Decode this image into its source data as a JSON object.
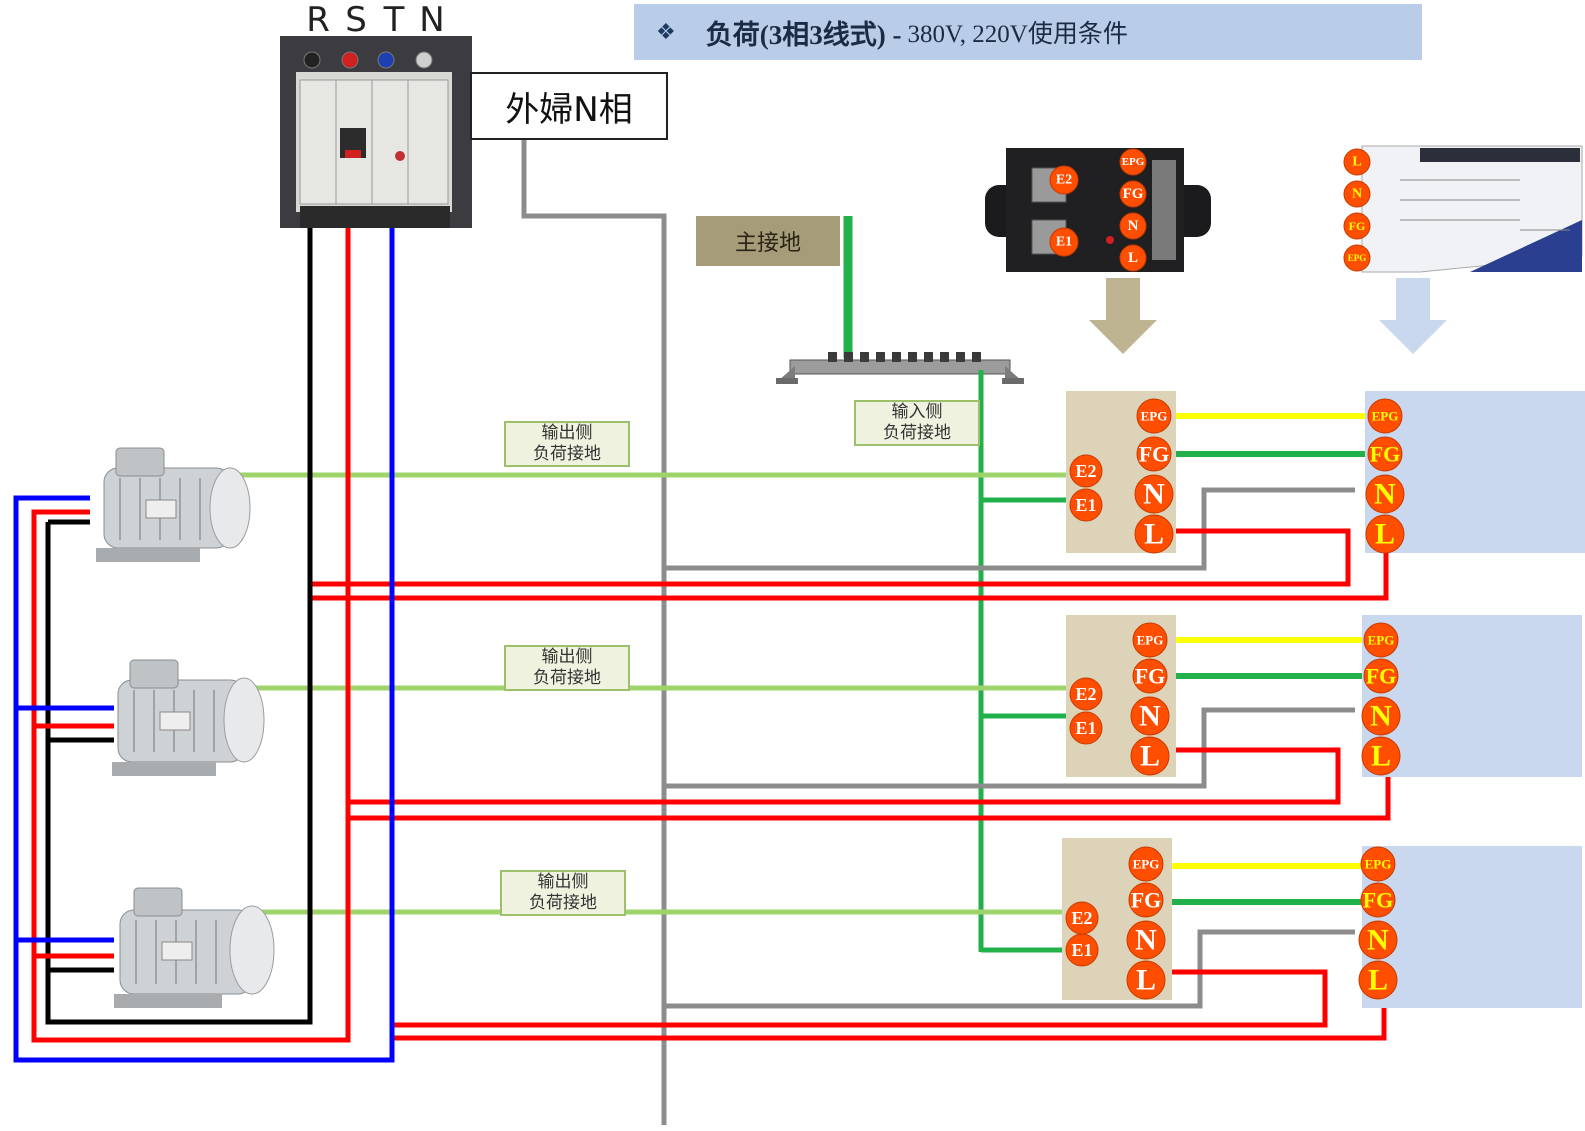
{
  "title": {
    "bullet": "❖",
    "bold": "负荷(3相3线式) -",
    "normal": "380V, 220V使用条件"
  },
  "breaker": {
    "phases": [
      "R",
      "S",
      "T",
      "N"
    ],
    "n_phase_label": "外婦N相"
  },
  "main_ground_label": "主接地",
  "input_ground_label": [
    "输入侧",
    "负荷接地"
  ],
  "output_ground_label": [
    "输出侧",
    "负荷接地"
  ],
  "terminals": {
    "top": [
      "EPG",
      "FG",
      "N",
      "L"
    ],
    "side": [
      "E2",
      "E1"
    ]
  },
  "colors": {
    "phase_black": "#000000",
    "phase_red": "#ff0000",
    "phase_blue": "#0000ff",
    "neutral_gray": "#8c8c8c",
    "ground_green": "#22b04b",
    "light_green": "#9ed46b",
    "epg_yellow": "#ffff00",
    "terminal_orange": "#ff4e00",
    "title_bg": "#b9cde8"
  },
  "icons": {
    "breaker": "circuit-breaker-photo",
    "motor": "electric-motor-photo",
    "surge_protector": "surge-protector-photo",
    "capacitor": "device-module-photo",
    "ground_bar": "ground-busbar"
  }
}
